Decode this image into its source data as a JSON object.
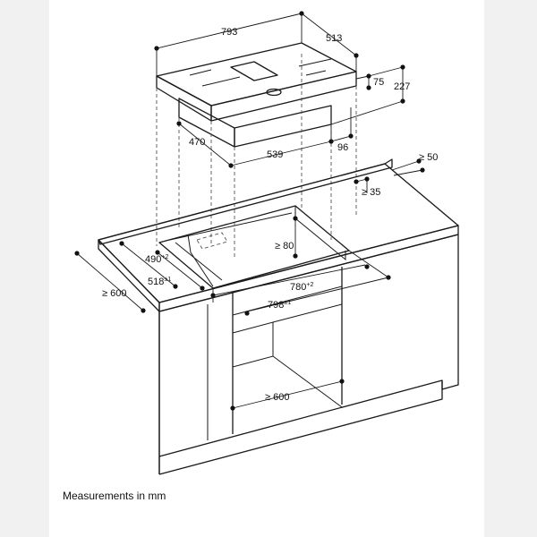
{
  "dimensions": {
    "hob_width": "793",
    "hob_depth": "513",
    "hob_height_top": "75",
    "hob_height_total": "227",
    "body_depth": "470",
    "body_width": "539",
    "body_offset": "96",
    "rear_clearance": "≥ 50",
    "rear_edge": "≥ 35",
    "under_clearance": "≥ 80",
    "cutout_depth": "490",
    "cutout_depth_tol": "+2",
    "cutout_depth_outer": "518",
    "cutout_depth_outer_tol": "±1",
    "counter_depth": "≥ 600",
    "cutout_width": "780",
    "cutout_width_tol": "+2",
    "cutout_width_outer": "798",
    "cutout_width_outer_tol": "±1",
    "cabinet_width": "≥ 600"
  },
  "caption": "Measurements in mm"
}
